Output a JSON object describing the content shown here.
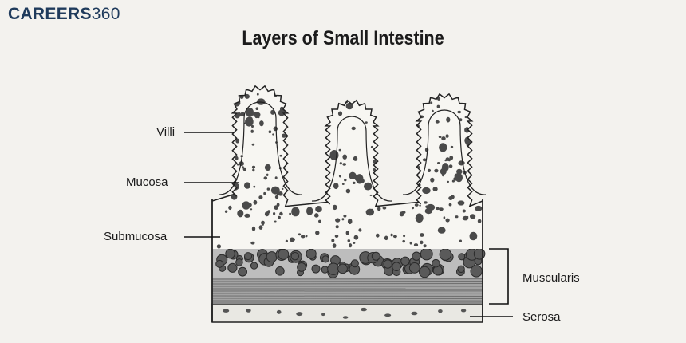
{
  "brand": {
    "name": "CAREERS",
    "number": "360"
  },
  "title": "Layers of Small Intestine",
  "labels": {
    "villi": "Villi",
    "mucosa": "Mucosa",
    "submucosa": "Submucosa",
    "muscularis": "Muscularis",
    "serosa": "Serosa"
  },
  "colors": {
    "background": "#f3f2ee",
    "brand": "#1f3b5c",
    "outline": "#222222",
    "cell_dark": "#4a4a4a",
    "muscle_band": "#8f8f8f"
  }
}
